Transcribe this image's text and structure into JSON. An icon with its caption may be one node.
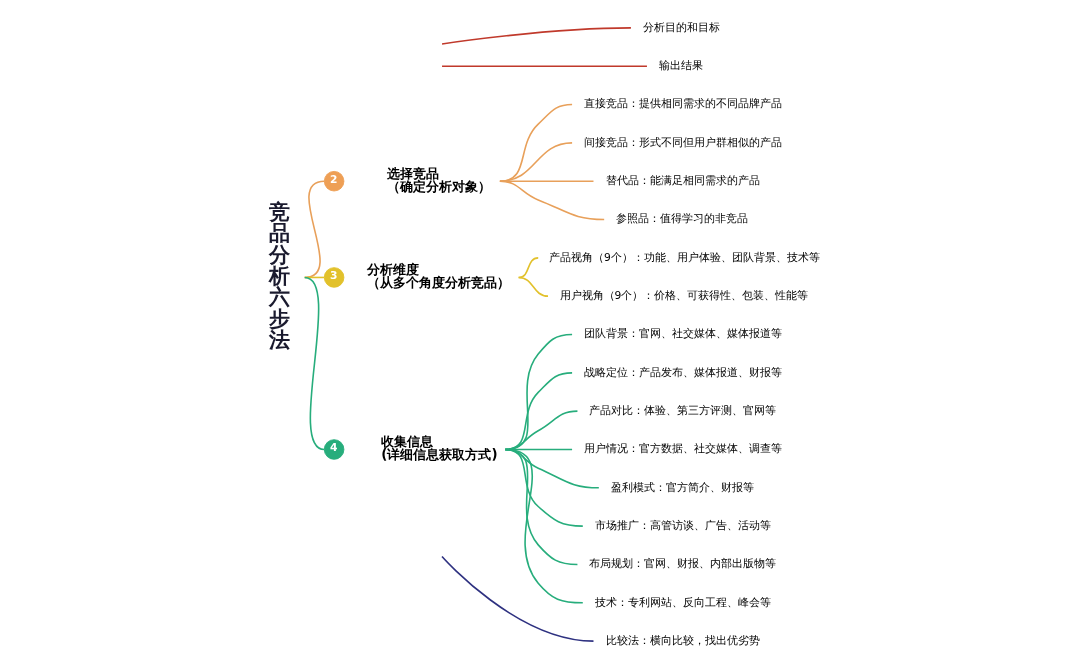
{
  "diagram": {
    "nodes": [
      {
        "text": [
          "竞品分析六步法"
        ]
      },
      {
        "text": [
          "分析目的和目标"
        ]
      },
      {
        "text": [
          "输出结果"
        ]
      },
      {
        "text": [
          "2"
        ]
      },
      {
        "text": [
          "选择竞品",
          "（确定分析对象）"
        ]
      },
      {
        "text": [
          "直接竞品：提供相同需求的不同品牌产品"
        ]
      },
      {
        "text": [
          "间接竞品：形式不同但用户群相似的产品"
        ]
      },
      {
        "text": [
          "替代品：能满足相同需求的产品"
        ]
      },
      {
        "text": [
          "参照品：值得学习的非竞品"
        ]
      },
      {
        "text": [
          "3"
        ]
      },
      {
        "text": [
          "分析维度",
          "（从多个角度分析竞品）"
        ]
      },
      {
        "text": [
          "产品视角（9个）：功能、用户体验、团队背景、技术等"
        ]
      },
      {
        "text": [
          "用户视角（9个）：价格、可获得性、包装、性能等"
        ]
      },
      {
        "text": [
          "4"
        ]
      },
      {
        "text": [
          "收集信息",
          "(详细信息获取方式)"
        ]
      },
      {
        "text": [
          "团队背景：官网、社交媒体、媒体报道等"
        ]
      },
      {
        "text": [
          "战略定位：产品发布、媒体报道、财报等"
        ]
      },
      {
        "text": [
          "产品对比：体验、第三方评测、官网等"
        ]
      },
      {
        "text": [
          "用户情况：官方数据、社交媒体、调查等"
        ]
      },
      {
        "text": [
          "盈利模式：官方简介、财报等"
        ]
      },
      {
        "text": [
          "市场推广：高管访谈、广告、活动等"
        ]
      },
      {
        "text": [
          "布局规划：官网、财报、内部出版物等"
        ]
      },
      {
        "text": [
          "技术：专利网站、反向工程、峰会等"
        ]
      },
      {
        "text": [
          "比较法：横向比较，找出优劣势"
        ]
      }
    ],
    "edges": [
      {
        "from": null,
        "to": 1,
        "arrow": "none",
        "color": "#c0392b"
      },
      {
        "from": null,
        "to": 2,
        "arrow": "none",
        "color": "#c0392b"
      },
      {
        "from": 0,
        "to": 3,
        "arrow": "none",
        "color": "#e8a05a"
      },
      {
        "from": 0,
        "to": 9,
        "arrow": "none",
        "color": "#e2c12b"
      },
      {
        "from": 0,
        "to": 13,
        "arrow": "none"
      },
      {
        "from": 4,
        "to": 5,
        "arrow": "none",
        "color": "#e8a05a"
      },
      {
        "from": 4,
        "to": 6,
        "arrow": "none",
        "color": "#e8a05a"
      },
      {
        "from": 4,
        "to": 7,
        "arrow": "none",
        "color": "#e8a05a"
      },
      {
        "from": 4,
        "to": 8,
        "arrow": "none",
        "color": "#e8a05a"
      },
      {
        "from": 10,
        "to": 11,
        "arrow": "none",
        "color": "#e2c12b"
      },
      {
        "from": 10,
        "to": 12,
        "arrow": "none",
        "color": "#e2c12b"
      },
      {
        "from": 14,
        "to": 15,
        "arrow": "none"
      },
      {
        "from": 14,
        "to": 16,
        "arrow": "none"
      },
      {
        "from": 14,
        "to": 17,
        "arrow": "none"
      },
      {
        "from": 14,
        "to": 18,
        "arrow": "none"
      },
      {
        "from": 14,
        "to": 19,
        "arrow": "none"
      },
      {
        "from": 14,
        "to": 20,
        "arrow": "none"
      },
      {
        "from": 14,
        "to": 21,
        "arrow": "none"
      },
      {
        "from": 14,
        "to": 22,
        "arrow": "none"
      },
      {
        "from": null,
        "to": 23,
        "arrow": "none",
        "color": "#2e3180"
      }
    ]
  }
}
